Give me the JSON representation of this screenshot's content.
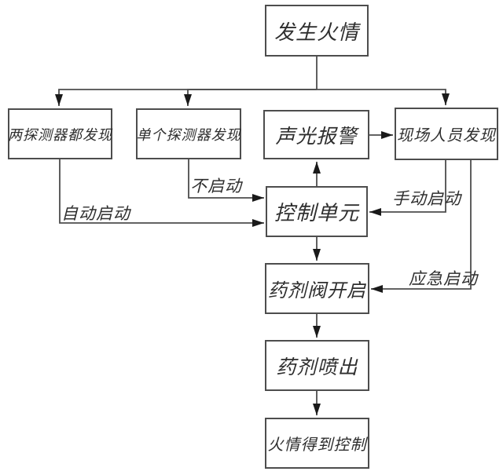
{
  "diagram": {
    "type": "flowchart",
    "language": "zh-CN",
    "colors": {
      "background": "#ffffff",
      "box_border": "#4d4d4d",
      "line": "#4d4d4d",
      "arrowhead": "#1a1a1a",
      "text": "#2e2e2e"
    },
    "nodes": {
      "fire_occurs": {
        "label": "发生火情"
      },
      "both_detectors": {
        "label": "两探测器都发现"
      },
      "single_detector": {
        "label": "单个探测器发现"
      },
      "alarm": {
        "label": "声光报警"
      },
      "personnel": {
        "label": "现场人员发现"
      },
      "control_unit": {
        "label": "控制单元"
      },
      "valve_open": {
        "label": "药剂阀开启"
      },
      "agent_spray": {
        "label": "药剂喷出"
      },
      "fire_controlled": {
        "label": "火情得到控制"
      }
    },
    "edge_labels": {
      "auto_start": "自动启动",
      "no_start": "不启动",
      "manual_start": "手动启动",
      "emergency_start": "应急启动"
    },
    "edges": [
      {
        "from": "fire_occurs",
        "to": "both_detectors",
        "label": ""
      },
      {
        "from": "fire_occurs",
        "to": "single_detector",
        "label": ""
      },
      {
        "from": "fire_occurs",
        "to": "personnel",
        "label": ""
      },
      {
        "from": "alarm",
        "to": "personnel",
        "label": ""
      },
      {
        "from": "both_detectors",
        "to": "control_unit",
        "label": "自动启动"
      },
      {
        "from": "single_detector",
        "to": "control_unit",
        "label": "不启动"
      },
      {
        "from": "control_unit",
        "to": "alarm",
        "label": ""
      },
      {
        "from": "personnel",
        "to": "control_unit",
        "label": "手动启动"
      },
      {
        "from": "personnel",
        "to": "valve_open",
        "label": "应急启动"
      },
      {
        "from": "control_unit",
        "to": "valve_open",
        "label": ""
      },
      {
        "from": "valve_open",
        "to": "agent_spray",
        "label": ""
      },
      {
        "from": "agent_spray",
        "to": "fire_controlled",
        "label": ""
      }
    ]
  }
}
